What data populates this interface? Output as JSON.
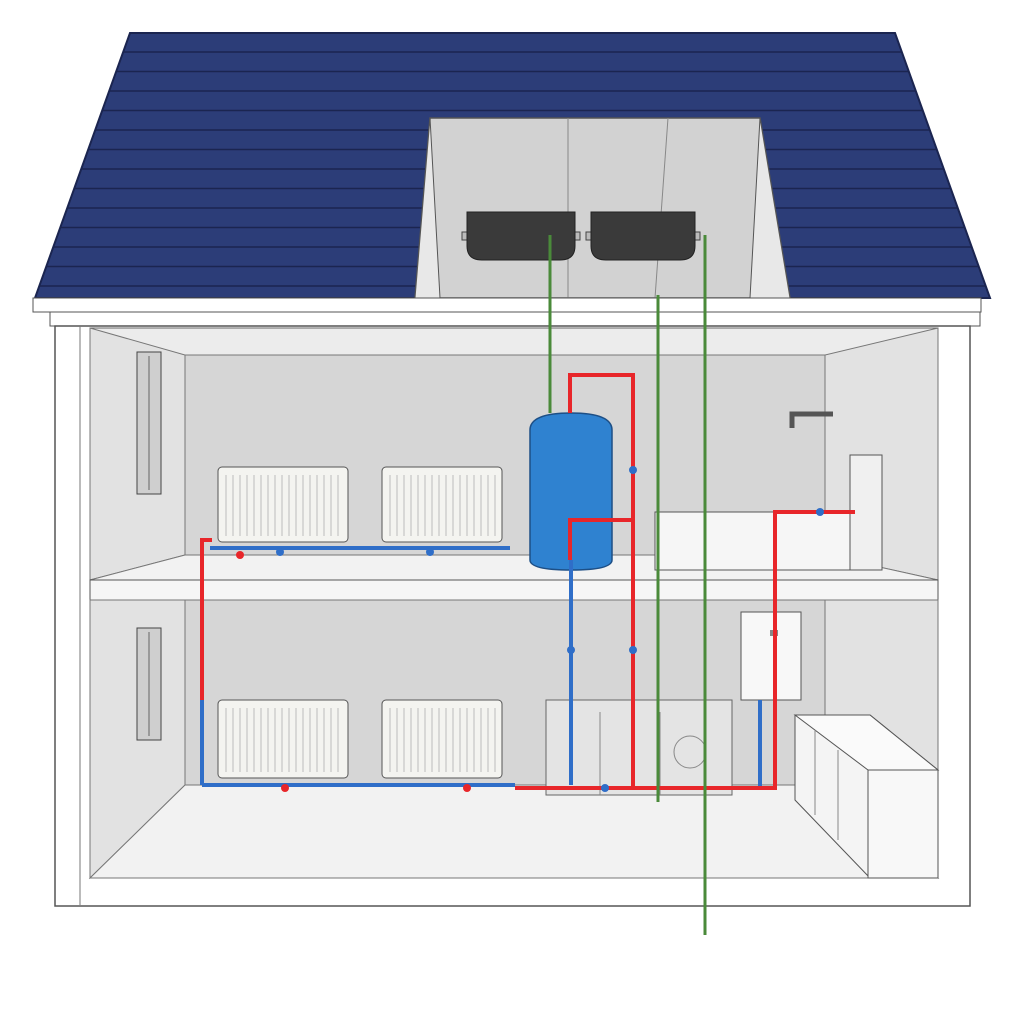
{
  "colors": {
    "roof": "#2c3d78",
    "roof_lines": "#1b2550",
    "wall": "#ffffff",
    "interior_wall": "#d6d6d6",
    "hot_pipe": "#e8262a",
    "cold_pipe": "#2f6ec8",
    "vent_pipe": "#4a8a3a",
    "cylinder": "#2f82d0",
    "tank": "#3a3a3a"
  },
  "components": [
    "roof",
    "loft-tanks",
    "hot-water-cylinder",
    "radiators",
    "boiler",
    "bathtub",
    "kitchen-units",
    "pipework"
  ]
}
